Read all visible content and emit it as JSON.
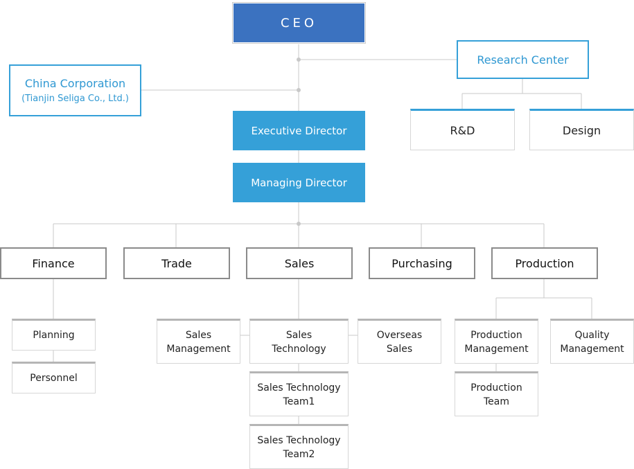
{
  "org_chart": {
    "ceo": "CEO",
    "china_corporation": {
      "name": "China Corporation",
      "sub": "(Tianjin Seliga Co., Ltd.)"
    },
    "research_center": "Research Center",
    "research_units": [
      "R&D",
      "Design"
    ],
    "executive_director": "Executive Director",
    "managing_director": "Managing Director",
    "departments": [
      "Finance",
      "Trade",
      "Sales",
      "Purchasing",
      "Production"
    ],
    "finance_units": [
      "Planning",
      "Personnel"
    ],
    "sales_units": {
      "management": [
        "Sales",
        "Management"
      ],
      "technology": [
        "Sales",
        "Technology"
      ],
      "overseas": [
        "Overseas",
        "Sales"
      ],
      "team1": [
        "Sales Technology",
        "Team1"
      ],
      "team2": [
        "Sales Technology",
        "Team2"
      ]
    },
    "production_units": {
      "management": [
        "Production",
        "Management"
      ],
      "quality": [
        "Quality",
        "Management"
      ],
      "team": [
        "Production",
        "Team"
      ]
    }
  },
  "colors": {
    "ceo_fill": "#3b72c0",
    "director_fill": "#35a0d8",
    "accent_text": "#2f98d2",
    "line": "#c8c8c8"
  }
}
